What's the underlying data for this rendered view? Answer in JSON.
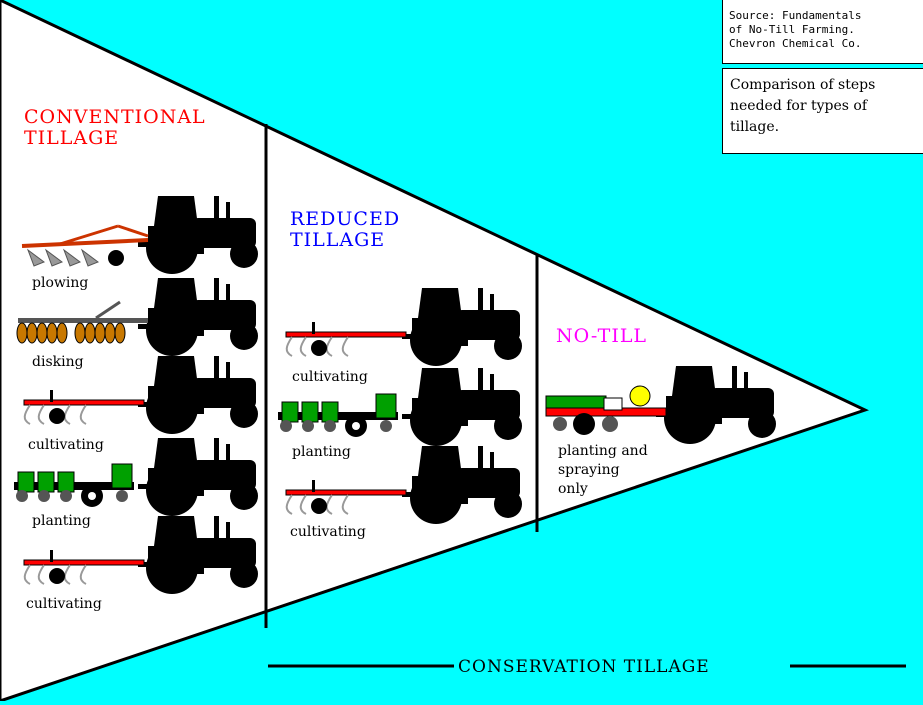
{
  "source": {
    "lines": [
      "Source: Fundamentals",
      "of No-Till Farming.",
      "Chevron Chemical Co."
    ]
  },
  "note": {
    "lines": [
      "Comparison of steps",
      "needed for types of",
      "tillage."
    ]
  },
  "sections": {
    "conventional": {
      "title_lines": [
        "CONVENTIONAL",
        "TILLAGE"
      ],
      "color": "#ff0000",
      "steps": [
        "plowing",
        "disking",
        "cultivating",
        "planting",
        "cultivating"
      ]
    },
    "reduced": {
      "title_lines": [
        "REDUCED",
        "TILLAGE"
      ],
      "color": "#0000ff",
      "steps": [
        "cultivating",
        "planting",
        "cultivating"
      ]
    },
    "notill": {
      "title_lines": [
        "NO-TILL"
      ],
      "color": "#ff00ff",
      "steps_lines": [
        "planting and",
        "spraying",
        "only"
      ]
    }
  },
  "footer": {
    "label": "CONSERVATION TILLAGE"
  },
  "colors": {
    "background": "#00ffff",
    "triangle": "#ffffff",
    "implement_red": "#ff0000",
    "planter_green": "#00a000",
    "tank_yellow": "#ffff00",
    "disk_orange": "#c87800"
  }
}
